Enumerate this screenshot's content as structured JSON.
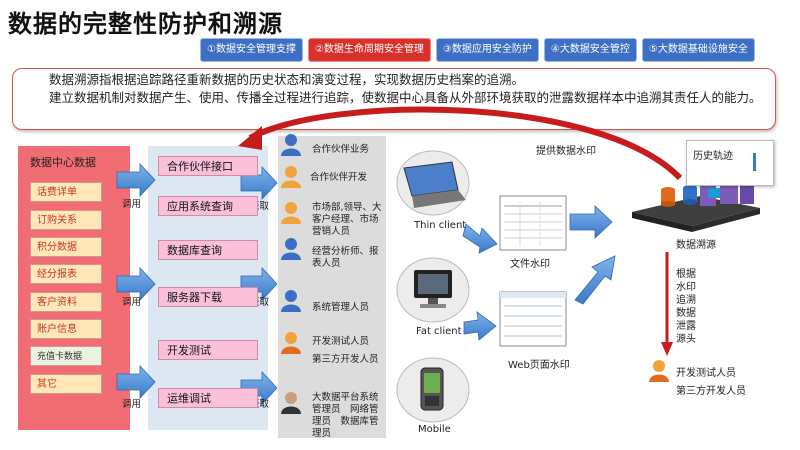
{
  "title": "数据的完整性防护和溯源",
  "tabs": [
    {
      "label": "①数据安全管理支撑",
      "active": false
    },
    {
      "label": "②数据生命周期安全管理",
      "active": true
    },
    {
      "label": "③数据应用安全防护",
      "active": false
    },
    {
      "label": "④大数据安全管控",
      "active": false
    },
    {
      "label": "⑤大数据基础设施安全",
      "active": false
    }
  ],
  "intro": {
    "p1": "数据溯源指根据追踪路径重新数据的历史状态和演变过程，实现数据历史档案的追溯。",
    "p2": "建立数据机制对数据产生、使用、传播全过程进行追踪，使数据中心具备从外部环境获取的泄露数据样本中追溯其责任人的能力。"
  },
  "datacenter": {
    "title": "数据中心数据",
    "items": [
      "话费详单",
      "订购关系",
      "积分数据",
      "经分报表",
      "客户资料",
      "账户信息",
      "充值卡数据",
      "其它"
    ]
  },
  "interfaces": [
    "合作伙伴接口",
    "应用系统查询",
    "数据库查询",
    "服务器下载",
    "开发测试",
    "运维调试"
  ],
  "labels": {
    "call": "调用",
    "get": "获取"
  },
  "roles": [
    "合作伙伴业务",
    "合作伙伴开发",
    "市场部,领导、大客户经理、市场营销人员",
    "经营分析师、报表人员",
    "系统管理人员",
    "开发测试人员",
    "第三方开发人员",
    "大数据平台系统管理员　网络管理员　数据库管理员"
  ],
  "devices": {
    "thin": "Thin client",
    "fat": "Fat client",
    "mobile": "Mobile"
  },
  "watermarks": {
    "file": "文件水印",
    "web": "Web页面水印"
  },
  "trace": {
    "provide": "提供数据水印",
    "history": "历史轨迹",
    "source": "数据溯源",
    "basis": "根据水印追溯数据泄露源头",
    "who1": "开发测试人员",
    "who2": "第三方开发人员"
  },
  "colors": {
    "accent_red": "#d8302b",
    "tab_blue": "#3d6fc4",
    "datacenter": "#f26d73",
    "interface_pink": "#f9c0d8",
    "arrow_blue": "#4a8ed6"
  }
}
